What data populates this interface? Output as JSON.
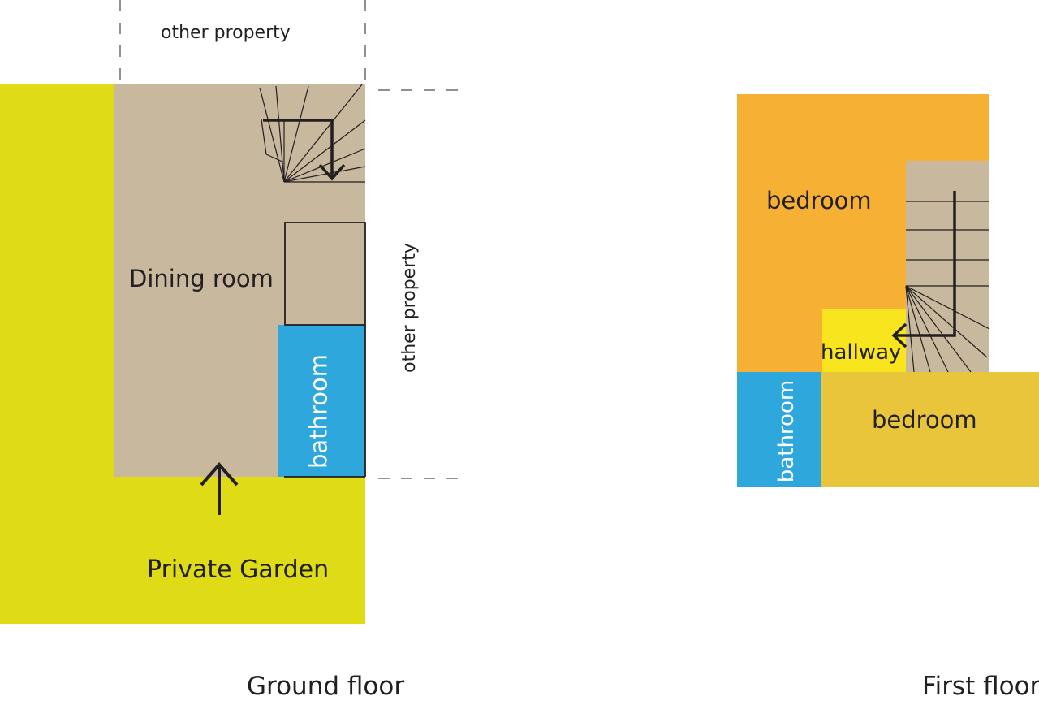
{
  "ground_floor": {
    "caption": "Ground floor",
    "rooms": {
      "other_property_top": "other property",
      "other_property_side": "other property",
      "dining_room": "Dining room",
      "bathroom": "bathroom",
      "private_garden": "Private Garden"
    }
  },
  "first_floor": {
    "caption": "First floor",
    "rooms": {
      "bedroom_1": "bedroom",
      "hallway": "hallway",
      "bathroom": "bathroom",
      "bedroom_2": "bedroom"
    }
  },
  "colors": {
    "garden": "#dfdc17",
    "dining": "#c8b89d",
    "bathroom": "#2ea7dd",
    "bedroom_1": "#f6b033",
    "hallway": "#f9e51e",
    "bedroom_2": "#e8c53a",
    "stairs": "#c8b89d",
    "ink": "#231f20"
  }
}
